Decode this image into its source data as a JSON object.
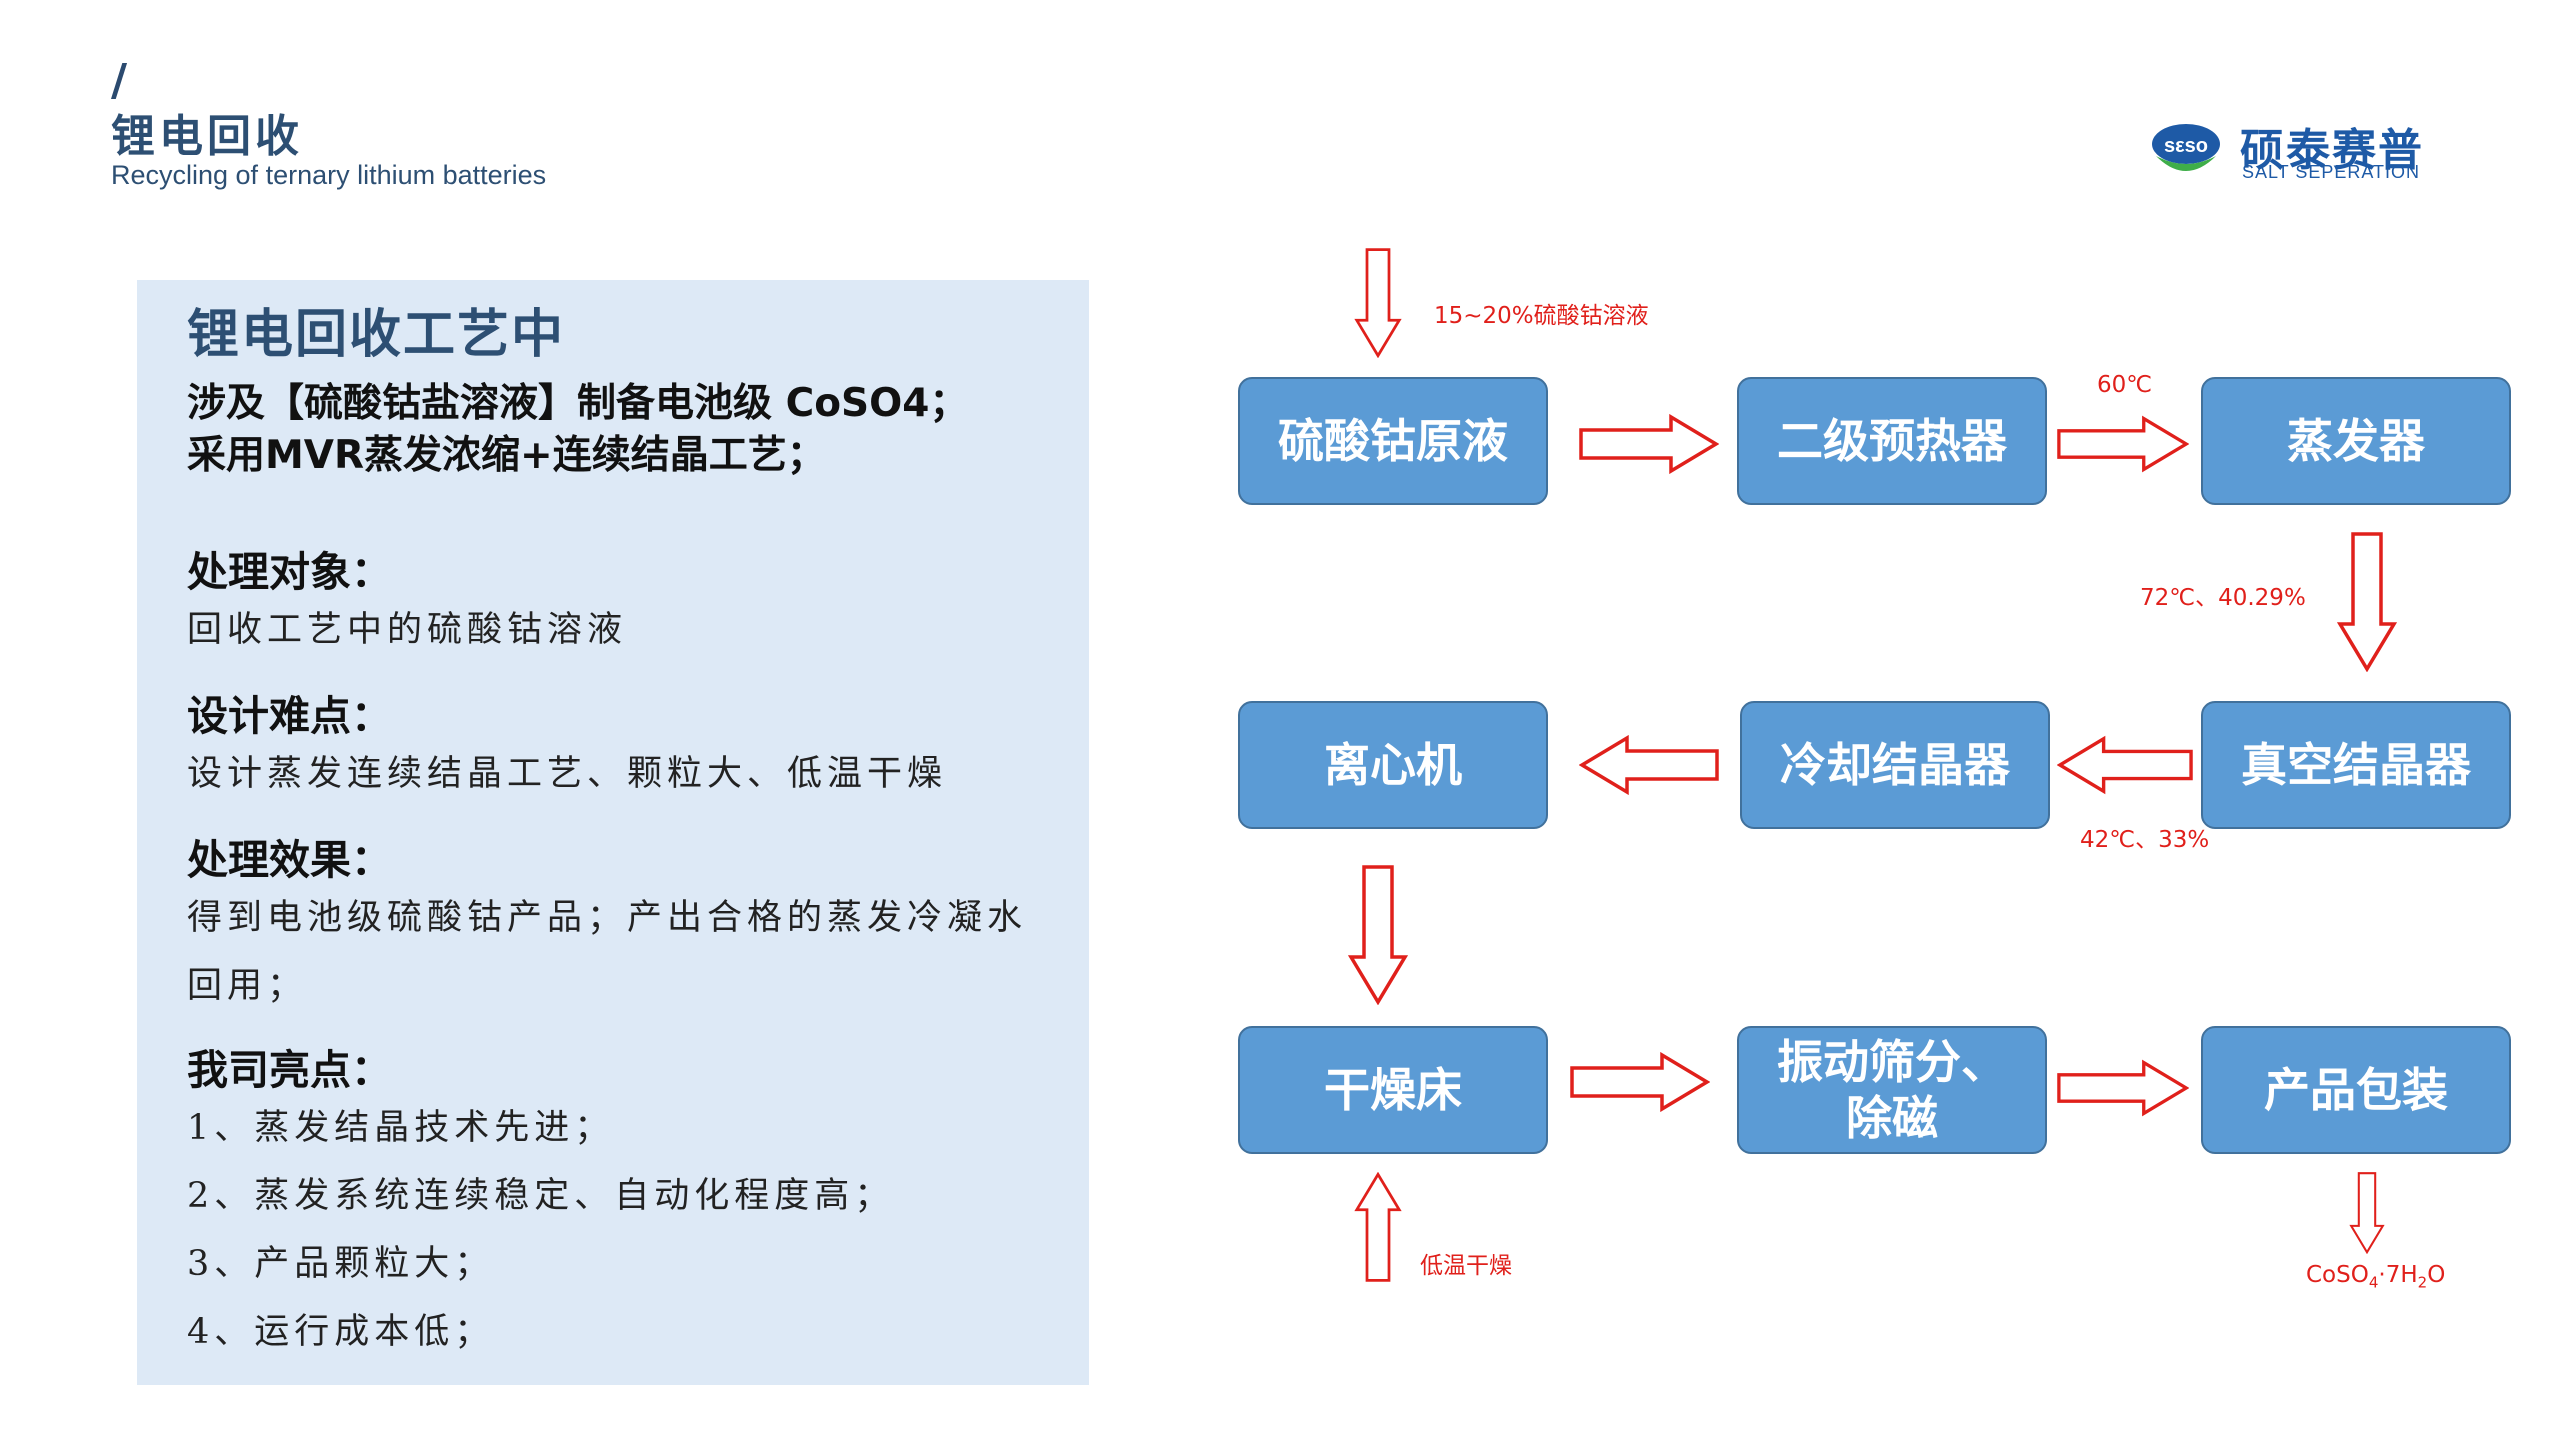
{
  "header": {
    "slash": "/",
    "title": "锂电回收",
    "subtitle": "Recycling of ternary lithium batteries"
  },
  "logo": {
    "mark_text": "sεso",
    "name_cn": "硕泰赛普",
    "name_en": "SALT SEPERATION"
  },
  "panel": {
    "title": "锂电回收工艺中",
    "intro_line1": "涉及【硫酸钴盐溶液】制备电池级 CoSO4；",
    "intro_line2": "采用MVR蒸发浓缩+连续结晶工艺；",
    "sections": [
      {
        "heading": "处理对象：",
        "lines": [
          "回收工艺中的硫酸钴溶液"
        ]
      },
      {
        "heading": "设计难点：",
        "lines": [
          "设计蒸发连续结晶工艺、颗粒大、低温干燥"
        ]
      },
      {
        "heading": "处理效果：",
        "lines": [
          "得到电池级硫酸钴产品；产出合格的蒸发冷凝水",
          "回用；"
        ]
      },
      {
        "heading": "我司亮点：",
        "lines": [
          "1、蒸发结晶技术先进；",
          "2、蒸发系统连续稳定、自动化程度高；",
          "3、产品颗粒大；",
          "4、运行成本低；"
        ]
      }
    ]
  },
  "flow": {
    "boxes": {
      "raw_liquid": "硫酸钴原液",
      "preheater": "二级预热器",
      "evaporator": "蒸发器",
      "centrifuge": "离心机",
      "cooling_crystallizer": "冷却结晶器",
      "vacuum_crystallizer": "真空结晶器",
      "drying_bed": "干燥床",
      "screening_line1": "振动筛分、",
      "screening_line2": "除磁",
      "packaging": "产品包装"
    },
    "notes": {
      "feed": "15~20%硫酸钴溶液",
      "preheat_temp": "60℃",
      "evap_out": "72℃、40.29%",
      "cool_out": "42℃、33%",
      "low_temp_dry": "低温干燥",
      "product_formula": "CoSO",
      "product_sub4": "4",
      "product_mid": "·7H",
      "product_sub2": "2",
      "product_end": "O"
    },
    "colors": {
      "box_fill": "#5b9bd5",
      "box_border": "#41719c",
      "arrow": "#e0201b"
    }
  }
}
